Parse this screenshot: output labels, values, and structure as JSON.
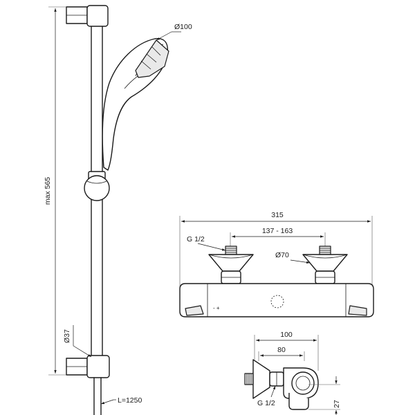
{
  "dimensions": {
    "shower_rail_height": "max 565",
    "handset_diameter": "Ø100",
    "rail_diameter": "Ø37",
    "hose_length": "L=1250",
    "mixer_width": "315",
    "inlet_centres": "137 - 163",
    "inlet_thread_top": "G 1/2",
    "escutcheon_diameter": "Ø70",
    "side_depth_overall": "100",
    "side_depth_body": "80",
    "inlet_thread_side": "G 1/2",
    "outlet_offset": "27"
  },
  "labels": {
    "mixer_control_marks": "- +"
  }
}
